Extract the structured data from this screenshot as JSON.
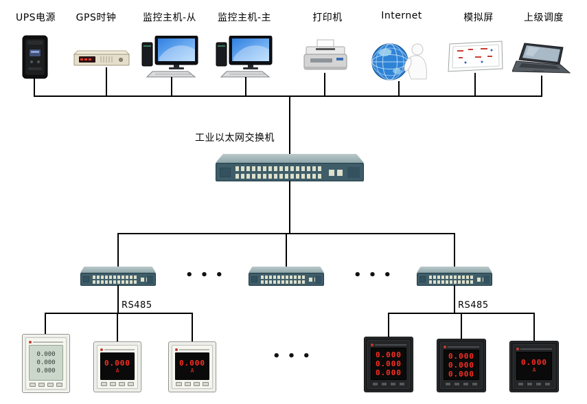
{
  "top_row": {
    "devices": [
      {
        "label": "UPS电源"
      },
      {
        "label": "GPS时钟"
      },
      {
        "label": "监控主机-从"
      },
      {
        "label": "监控主机-主"
      },
      {
        "label": "打印机"
      },
      {
        "label": "Internet"
      },
      {
        "label": "模拟屏"
      },
      {
        "label": "上级调度"
      }
    ]
  },
  "backbone": {
    "main_switch_label": "工业以太网交换机"
  },
  "branches": {
    "left_rs485": "RS485",
    "right_rs485": "RS485",
    "switch_gap_ellipsis_1": "• • •",
    "switch_gap_ellipsis_2": "• • •",
    "meter_gap_ellipsis": "• • •"
  },
  "meters": {
    "left": [
      {
        "rows": [
          "0.000",
          "0.000",
          "0.000"
        ],
        "unit": ""
      },
      {
        "rows": [
          "0.000"
        ],
        "unit": "A"
      },
      {
        "rows": [
          "0.000"
        ],
        "unit": "A"
      }
    ],
    "right": [
      {
        "rows": [
          "0.000",
          "0.000",
          "0.000"
        ],
        "unit": ""
      },
      {
        "rows": [
          "0.000",
          "0.000",
          "0.000"
        ],
        "unit": ""
      },
      {
        "rows": [
          "0.000"
        ],
        "unit": "A"
      }
    ]
  }
}
